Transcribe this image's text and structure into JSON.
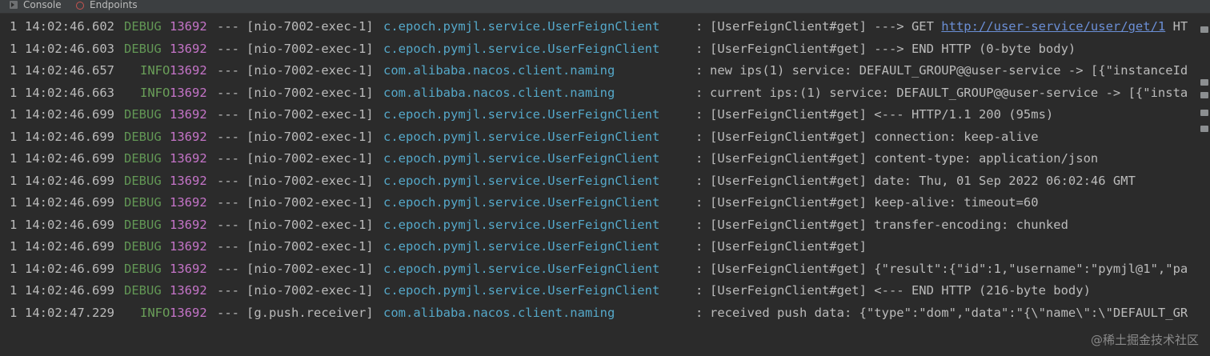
{
  "tabs": [
    {
      "label": "Console"
    },
    {
      "label": "Endpoints"
    }
  ],
  "colors": {
    "background": "#2b2b2b",
    "level_debug": "#629755",
    "level_info": "#6a9f59",
    "pid": "#c574c8",
    "logger": "#55a8c9",
    "link": "#6b8fd6"
  },
  "log_lines": [
    {
      "idx": "1",
      "time": "14:02:46.602",
      "level": "DEBUG",
      "pid": "13692",
      "sep": "---",
      "thread": "[nio-7002-exec-1]",
      "logger": "c.epoch.pymjl.service.UserFeignClient",
      "colon": ":",
      "msg_prefix": "[UserFeignClient#get] ---> GET ",
      "msg_link": "http://user-service/user/get/1",
      "msg_suffix": " HT"
    },
    {
      "idx": "1",
      "time": "14:02:46.603",
      "level": "DEBUG",
      "pid": "13692",
      "sep": "---",
      "thread": "[nio-7002-exec-1]",
      "logger": "c.epoch.pymjl.service.UserFeignClient",
      "colon": ":",
      "msg_prefix": "[UserFeignClient#get] ---> END HTTP (0-byte body)",
      "msg_link": "",
      "msg_suffix": ""
    },
    {
      "idx": "1",
      "time": "14:02:46.657",
      "level": "INFO",
      "pid": "13692",
      "sep": "---",
      "thread": "[nio-7002-exec-1]",
      "logger": "com.alibaba.nacos.client.naming",
      "colon": ":",
      "msg_prefix": "new ips(1) service: DEFAULT_GROUP@@user-service -> [{\"instanceId",
      "msg_link": "",
      "msg_suffix": ""
    },
    {
      "idx": "1",
      "time": "14:02:46.663",
      "level": "INFO",
      "pid": "13692",
      "sep": "---",
      "thread": "[nio-7002-exec-1]",
      "logger": "com.alibaba.nacos.client.naming",
      "colon": ":",
      "msg_prefix": "current ips:(1) service: DEFAULT_GROUP@@user-service -> [{\"insta",
      "msg_link": "",
      "msg_suffix": ""
    },
    {
      "idx": "1",
      "time": "14:02:46.699",
      "level": "DEBUG",
      "pid": "13692",
      "sep": "---",
      "thread": "[nio-7002-exec-1]",
      "logger": "c.epoch.pymjl.service.UserFeignClient",
      "colon": ":",
      "msg_prefix": "[UserFeignClient#get] <--- HTTP/1.1 200 (95ms)",
      "msg_link": "",
      "msg_suffix": ""
    },
    {
      "idx": "1",
      "time": "14:02:46.699",
      "level": "DEBUG",
      "pid": "13692",
      "sep": "---",
      "thread": "[nio-7002-exec-1]",
      "logger": "c.epoch.pymjl.service.UserFeignClient",
      "colon": ":",
      "msg_prefix": "[UserFeignClient#get] connection: keep-alive",
      "msg_link": "",
      "msg_suffix": ""
    },
    {
      "idx": "1",
      "time": "14:02:46.699",
      "level": "DEBUG",
      "pid": "13692",
      "sep": "---",
      "thread": "[nio-7002-exec-1]",
      "logger": "c.epoch.pymjl.service.UserFeignClient",
      "colon": ":",
      "msg_prefix": "[UserFeignClient#get] content-type: application/json",
      "msg_link": "",
      "msg_suffix": ""
    },
    {
      "idx": "1",
      "time": "14:02:46.699",
      "level": "DEBUG",
      "pid": "13692",
      "sep": "---",
      "thread": "[nio-7002-exec-1]",
      "logger": "c.epoch.pymjl.service.UserFeignClient",
      "colon": ":",
      "msg_prefix": "[UserFeignClient#get] date: Thu, 01 Sep 2022 06:02:46 GMT",
      "msg_link": "",
      "msg_suffix": ""
    },
    {
      "idx": "1",
      "time": "14:02:46.699",
      "level": "DEBUG",
      "pid": "13692",
      "sep": "---",
      "thread": "[nio-7002-exec-1]",
      "logger": "c.epoch.pymjl.service.UserFeignClient",
      "colon": ":",
      "msg_prefix": "[UserFeignClient#get] keep-alive: timeout=60",
      "msg_link": "",
      "msg_suffix": ""
    },
    {
      "idx": "1",
      "time": "14:02:46.699",
      "level": "DEBUG",
      "pid": "13692",
      "sep": "---",
      "thread": "[nio-7002-exec-1]",
      "logger": "c.epoch.pymjl.service.UserFeignClient",
      "colon": ":",
      "msg_prefix": "[UserFeignClient#get] transfer-encoding: chunked",
      "msg_link": "",
      "msg_suffix": ""
    },
    {
      "idx": "1",
      "time": "14:02:46.699",
      "level": "DEBUG",
      "pid": "13692",
      "sep": "---",
      "thread": "[nio-7002-exec-1]",
      "logger": "c.epoch.pymjl.service.UserFeignClient",
      "colon": ":",
      "msg_prefix": "[UserFeignClient#get]",
      "msg_link": "",
      "msg_suffix": ""
    },
    {
      "idx": "1",
      "time": "14:02:46.699",
      "level": "DEBUG",
      "pid": "13692",
      "sep": "---",
      "thread": "[nio-7002-exec-1]",
      "logger": "c.epoch.pymjl.service.UserFeignClient",
      "colon": ":",
      "msg_prefix": "[UserFeignClient#get] {\"result\":{\"id\":1,\"username\":\"pymjl@1\",\"pa",
      "msg_link": "",
      "msg_suffix": ""
    },
    {
      "idx": "1",
      "time": "14:02:46.699",
      "level": "DEBUG",
      "pid": "13692",
      "sep": "---",
      "thread": "[nio-7002-exec-1]",
      "logger": "c.epoch.pymjl.service.UserFeignClient",
      "colon": ":",
      "msg_prefix": "[UserFeignClient#get] <--- END HTTP (216-byte body)",
      "msg_link": "",
      "msg_suffix": ""
    },
    {
      "idx": "1",
      "time": "14:02:47.229",
      "level": "INFO",
      "pid": "13692",
      "sep": "---",
      "thread": "[g.push.receiver]",
      "logger": "com.alibaba.nacos.client.naming",
      "colon": ":",
      "msg_prefix": "received push data: {\"type\":\"dom\",\"data\":\"{\\\"name\\\":\\\"DEFAULT_GR",
      "msg_link": "",
      "msg_suffix": ""
    }
  ],
  "side_icons": [
    "scroll-up-icon",
    "soft-wrap-icon",
    "scroll-to-end-icon",
    "print-icon",
    "clear-icon"
  ],
  "watermark": "@稀土掘金技术社区"
}
